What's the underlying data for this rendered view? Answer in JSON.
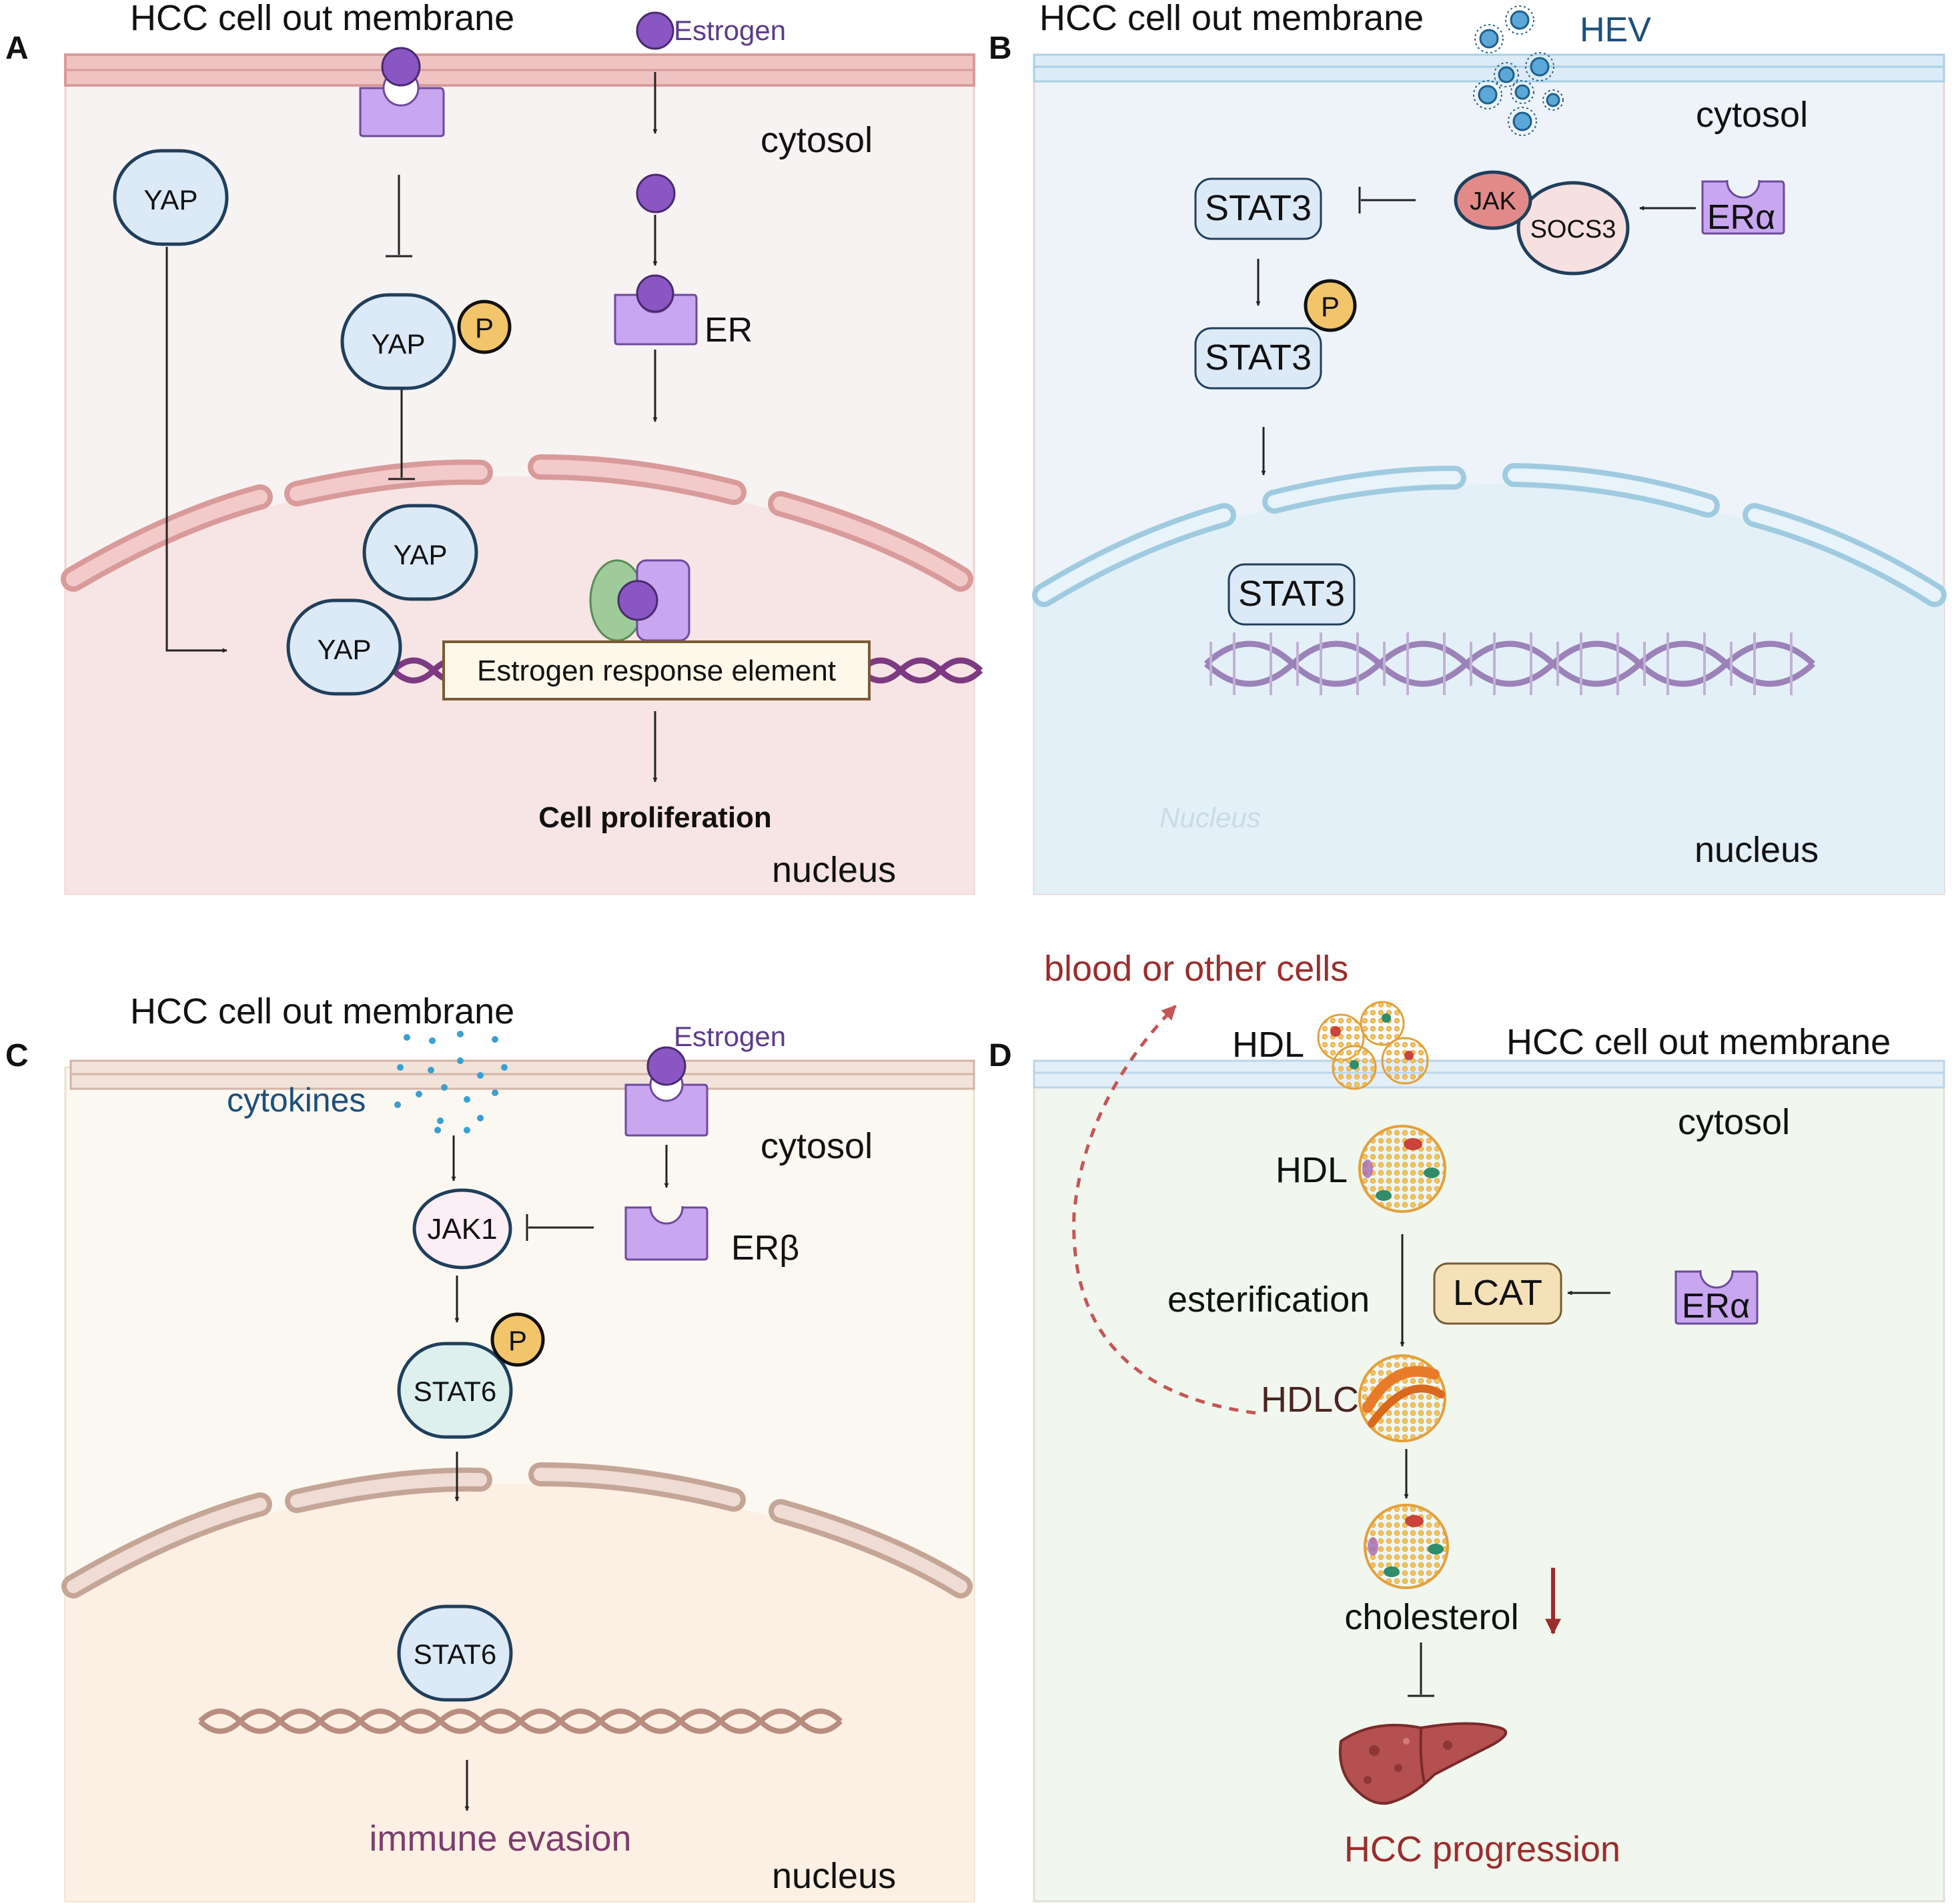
{
  "panel_a": {
    "letter": "A",
    "membrane_label": "HCC cell out membrane",
    "estrogen_label": "Estrogen",
    "cytosol_label": "cytosol",
    "yap_label": "YAP",
    "phospho_label": "P",
    "er_label": "ER",
    "ere_label": "Estrogen response element",
    "outcome_label": "Cell proliferation",
    "nucleus_label": "nucleus"
  },
  "panel_b": {
    "letter": "B",
    "membrane_label": "HCC cell out membrane",
    "virus_label": "HEV",
    "cytosol_label": "cytosol",
    "stat3_label": "STAT3",
    "jak_label": "JAK",
    "socs3_label": "SOCS3",
    "era_label": "ERα",
    "phospho_label": "P",
    "nucleus_watermark": "Nucleus",
    "nucleus_label": "nucleus"
  },
  "panel_c": {
    "letter": "C",
    "membrane_label": "HCC cell out membrane",
    "estrogen_label": "Estrogen",
    "cytokines_label": "cytokines",
    "cytosol_label": "cytosol",
    "jak1_label": "JAK1",
    "erb_label": "ERβ",
    "stat6_label": "STAT6",
    "phospho_label": "P",
    "outcome_label": "immune evasion",
    "nucleus_label": "nucleus"
  },
  "panel_d": {
    "letter": "D",
    "blood_label": "blood or other cells",
    "hdl_label": "HDL",
    "membrane_label": "HCC cell out membrane",
    "cytosol_label": "cytosol",
    "esterification_label": "esterification",
    "lcat_label": "LCAT",
    "era_label": "ERα",
    "hdlc_label": "HDLC",
    "cholesterol_label": "cholesterol",
    "outcome_label": "HCC progression"
  },
  "colors": {
    "a_cytosol": "#f8f3f3",
    "a_nucleus": "#f7e4e4",
    "a_membrane": "#d99a9a",
    "b_cytosol": "#eef3f9",
    "b_nucleus": "#e4f0f7",
    "b_membrane": "#a8d0e6",
    "c_cytosol": "#fbf8f1",
    "c_nucleus": "#fcefe3",
    "c_membrane": "#d3b4a7",
    "d_cytosol": "#f1f6ee",
    "d_membrane": "#b9d6ec",
    "yap_fill": "#dce9f7",
    "node_stroke": "#1f3f5c",
    "receptor": "#c9a6f0",
    "estrogen": "#8a56c2",
    "phospho": "#f2c56b",
    "jak_fill": "#e28a8a",
    "socs3_fill": "#f7e0e0",
    "stat6_fill": "#ddf0ee",
    "lcat_fill": "#f5e1b8",
    "dna_purple": "#7d3a82",
    "dna_lilac": "#9b82b8",
    "dna_brown": "#b88d80",
    "text_blue": "#1d4f7a",
    "text_purple": "#5b3a8c",
    "text_plum": "#7b3e6e",
    "text_dark_red": "#9b2d2d",
    "arrow_dark": "#222222",
    "dashed_red": "#c55656",
    "hdl_fill": "#f4b54d",
    "liver_fill": "#b55050"
  }
}
